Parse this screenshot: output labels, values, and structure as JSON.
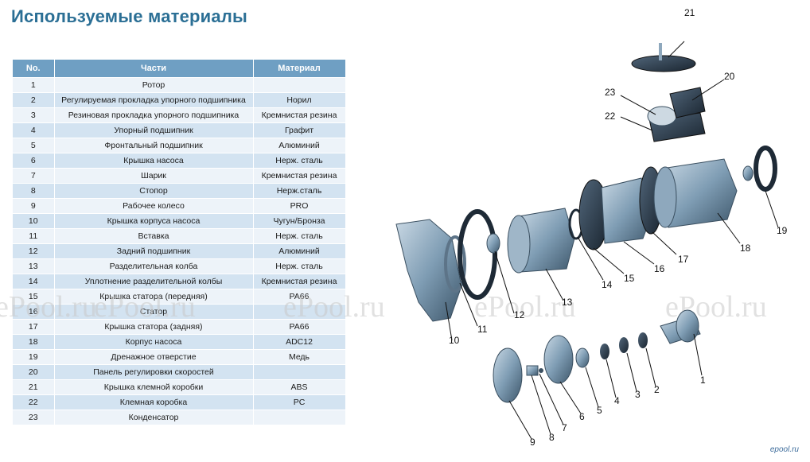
{
  "title": "Используемые материалы",
  "table": {
    "headers": {
      "no": "No.",
      "part": "Части",
      "material": "Материал"
    },
    "rows": [
      {
        "no": "1",
        "part": "Ротор",
        "material": ""
      },
      {
        "no": "2",
        "part": "Регулируемая прокладка упорного подшипника",
        "material": "Норил"
      },
      {
        "no": "3",
        "part": "Резиновая прокладка упорного подшипника",
        "material": "Кремнистая резина"
      },
      {
        "no": "4",
        "part": "Упорный подшипник",
        "material": "Графит"
      },
      {
        "no": "5",
        "part": "Фронтальный подшипник",
        "material": "Алюминий"
      },
      {
        "no": "6",
        "part": "Крышка насоса",
        "material": "Нерж. сталь"
      },
      {
        "no": "7",
        "part": "Шарик",
        "material": "Кремнистая резина"
      },
      {
        "no": "8",
        "part": "Стопор",
        "material": "Нерж.сталь"
      },
      {
        "no": "9",
        "part": "Рабочее колесо",
        "material": "PRO"
      },
      {
        "no": "10",
        "part": "Крышка корпуса насоса",
        "material": "Чугун/Бронза"
      },
      {
        "no": "11",
        "part": "Вставка",
        "material": "Нерж. сталь"
      },
      {
        "no": "12",
        "part": "Задний подшипник",
        "material": "Алюминий"
      },
      {
        "no": "13",
        "part": "Разделительная колба",
        "material": "Нерж. сталь"
      },
      {
        "no": "14",
        "part": "Уплотнение разделительной колбы",
        "material": "Кремнистая резина"
      },
      {
        "no": "15",
        "part": "Крышка статора (передняя)",
        "material": "PA66"
      },
      {
        "no": "16",
        "part": "Статор",
        "material": ""
      },
      {
        "no": "17",
        "part": "Крышка статора (задняя)",
        "material": "PA66"
      },
      {
        "no": "18",
        "part": "Корпус насоса",
        "material": "ADC12"
      },
      {
        "no": "19",
        "part": "Дренажное отверстие",
        "material": "Медь"
      },
      {
        "no": "20",
        "part": "Панель регулировки скоростей",
        "material": ""
      },
      {
        "no": "21",
        "part": "Крышка клемной коробки",
        "material": "ABS"
      },
      {
        "no": "22",
        "part": "Клемная коробка",
        "material": "PC"
      },
      {
        "no": "23",
        "part": "Конденсатор",
        "material": ""
      }
    ]
  },
  "watermark": "ePool.ru",
  "corner_logo": "epool.ru",
  "callouts": [
    "1",
    "2",
    "3",
    "4",
    "5",
    "6",
    "7",
    "8",
    "9",
    "10",
    "11",
    "12",
    "13",
    "14",
    "15",
    "16",
    "17",
    "18",
    "19",
    "20",
    "21",
    "22",
    "23"
  ],
  "colors": {
    "title": "#2b6f95",
    "header": "#6f9fc3",
    "row_light": "#edf3f9",
    "row_dark": "#d3e3f1",
    "part_fill": "#6f8fa9"
  }
}
